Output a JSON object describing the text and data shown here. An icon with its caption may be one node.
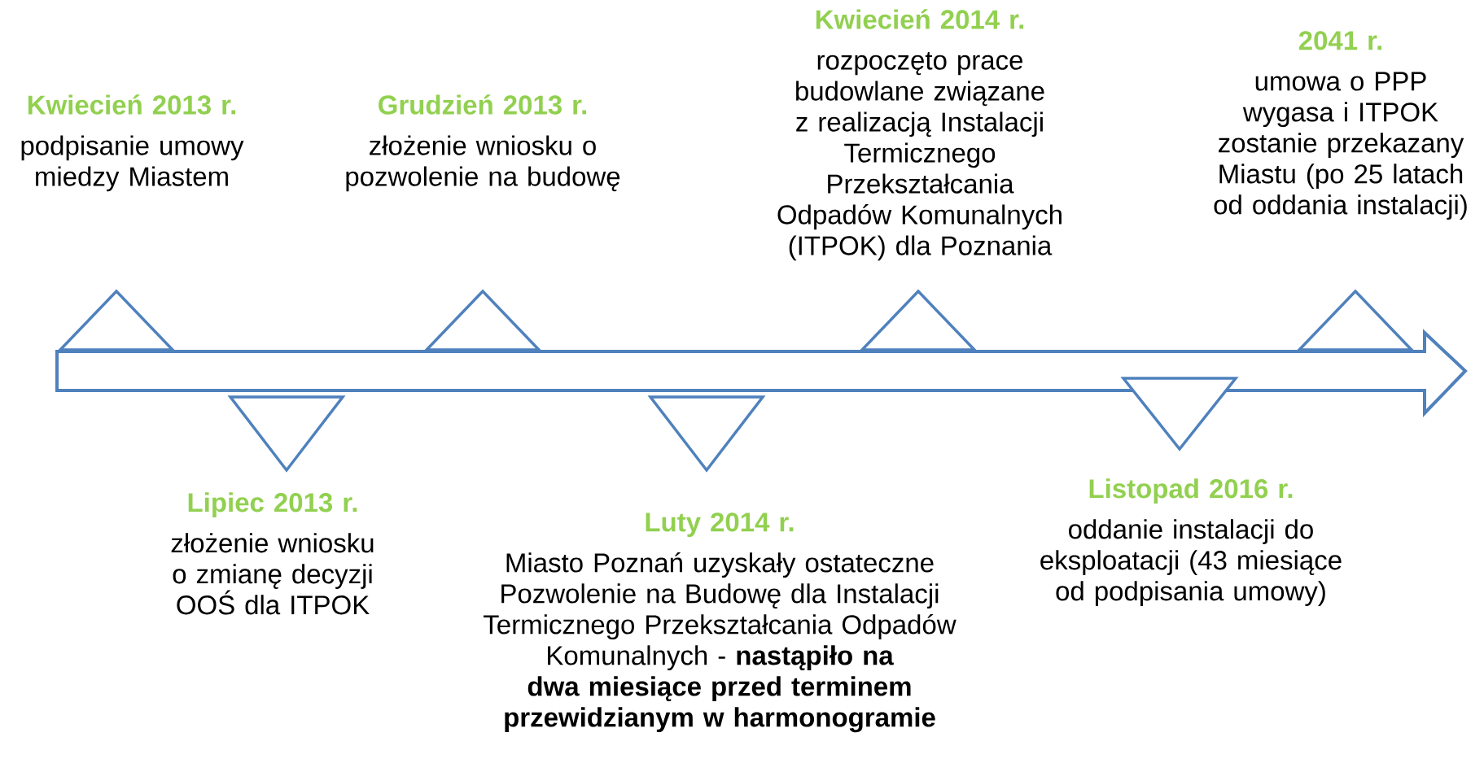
{
  "diagram": {
    "nodes": [
      {
        "text": [
          "Kwiecień 2013 r.",
          "podpisanie umowy miedzy Miastem"
        ]
      },
      {
        "text": [
          "Lipiec 2013 r.",
          "złożenie wniosku o zmianę decyzji OOŚ dla ITPOK"
        ]
      },
      {
        "text": [
          "Grudzień 2013 r.",
          "złożenie wniosku o pozwolenie na budowę"
        ]
      },
      {
        "text": [
          "Luty 2014 r.",
          "Miasto Poznań uzyskały ostateczne Pozwolenie na Budowę dla Instalacji Termicznego Przekształcania Odpadów Komunalnych - **nastąpiło na dwa miesiące przed terminem przewidzianym w harmonogramie**"
        ]
      },
      {
        "text": [
          "Kwiecień 2014 r.",
          "rozpoczęto prace budowlane związane z realizacją Instalacji Termicznego Przekształcania Odpadów Komunalnych (ITPOK) dla Poznania"
        ]
      },
      {
        "text": [
          "Listopad 2016 r.",
          "oddanie instalacji do eksploatacji (43 miesiące od podpisania umowy)"
        ]
      },
      {
        "text": [
          "2041 r.",
          "umowa o PPP wygasa i ITPOK zostanie przekazany Miastu (po 25 latach od oddania instalacji)"
        ]
      }
    ]
  }
}
